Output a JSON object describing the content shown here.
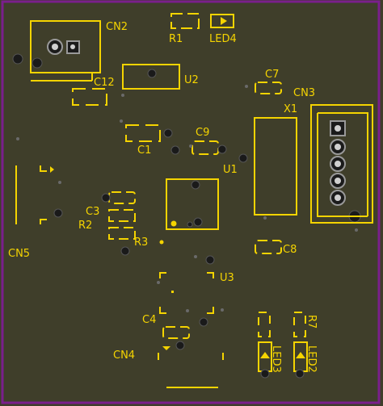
{
  "board": {
    "background": "#3f3e2a",
    "outline_color": "#7a1f8c",
    "silk_color": "#f5d400"
  },
  "labels": {
    "cn2": "CN2",
    "r1": "R1",
    "led4": "LED4",
    "u2": "U2",
    "c12": "C12",
    "c7": "C7",
    "cn3": "CN3",
    "x1": "X1",
    "c9": "C9",
    "c1": "C1",
    "u1": "U1",
    "c3": "C3",
    "r2": "R2",
    "r3": "R3",
    "c8": "C8",
    "cn5": "CN5",
    "u3": "U3",
    "c4": "C4",
    "cn4": "CN4",
    "r7": "R7",
    "led3": "LED3",
    "led2": "LED2"
  }
}
